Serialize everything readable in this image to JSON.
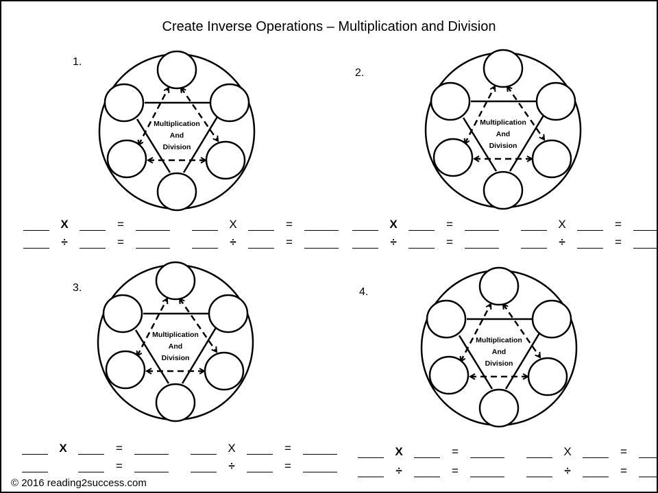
{
  "title": "Create Inverse Operations – Multiplication and Division",
  "center_label": [
    "Multiplication",
    "And",
    "Division"
  ],
  "problems": [
    {
      "number": "1.",
      "rows": [
        [
          {
            "t": "b"
          },
          {
            "t": "op",
            "text": "X",
            "bold": true
          },
          {
            "t": "b"
          },
          {
            "t": "op",
            "text": "="
          },
          {
            "t": "B"
          },
          {
            "t": "gap"
          },
          {
            "t": "b"
          },
          {
            "t": "op",
            "text": "X"
          },
          {
            "t": "b"
          },
          {
            "t": "op",
            "text": "="
          },
          {
            "t": "B"
          }
        ],
        [
          {
            "t": "b"
          },
          {
            "t": "op",
            "text": "÷",
            "bold": true
          },
          {
            "t": "b"
          },
          {
            "t": "op",
            "text": "="
          },
          {
            "t": "B"
          },
          {
            "t": "gap"
          },
          {
            "t": "b"
          },
          {
            "t": "op",
            "text": "÷",
            "bold": true
          },
          {
            "t": "b"
          },
          {
            "t": "op",
            "text": "="
          },
          {
            "t": "B"
          }
        ]
      ]
    },
    {
      "number": "2.",
      "rows": [
        [
          {
            "t": "b"
          },
          {
            "t": "op",
            "text": "X",
            "bold": true
          },
          {
            "t": "b"
          },
          {
            "t": "op",
            "text": "="
          },
          {
            "t": "B"
          },
          {
            "t": "gap"
          },
          {
            "t": "b"
          },
          {
            "t": "op",
            "text": "X"
          },
          {
            "t": "b"
          },
          {
            "t": "op",
            "text": "="
          },
          {
            "t": "B"
          }
        ],
        [
          {
            "t": "b"
          },
          {
            "t": "op",
            "text": "÷",
            "bold": true
          },
          {
            "t": "b"
          },
          {
            "t": "op",
            "text": "="
          },
          {
            "t": "B"
          },
          {
            "t": "gap"
          },
          {
            "t": "b"
          },
          {
            "t": "op",
            "text": "÷",
            "bold": true
          },
          {
            "t": "b"
          },
          {
            "t": "op",
            "text": "="
          },
          {
            "t": "B"
          }
        ]
      ]
    },
    {
      "number": "3.",
      "rows": [
        [
          {
            "t": "b"
          },
          {
            "t": "op",
            "text": "X",
            "bold": true
          },
          {
            "t": "b"
          },
          {
            "t": "op",
            "text": "="
          },
          {
            "t": "B"
          },
          {
            "t": "gap"
          },
          {
            "t": "b"
          },
          {
            "t": "op",
            "text": "X"
          },
          {
            "t": "b"
          },
          {
            "t": "op",
            "text": "="
          },
          {
            "t": "B"
          }
        ],
        [
          {
            "t": "b"
          },
          {
            "t": "op",
            "text": ""
          },
          {
            "t": "b"
          },
          {
            "t": "op",
            "text": "="
          },
          {
            "t": "B"
          },
          {
            "t": "gap"
          },
          {
            "t": "b"
          },
          {
            "t": "op",
            "text": "÷",
            "bold": true
          },
          {
            "t": "b"
          },
          {
            "t": "op",
            "text": "="
          },
          {
            "t": "B"
          }
        ]
      ]
    },
    {
      "number": "4.",
      "rows": [
        [
          {
            "t": "b"
          },
          {
            "t": "op",
            "text": "X",
            "bold": true
          },
          {
            "t": "b"
          },
          {
            "t": "op",
            "text": "="
          },
          {
            "t": "B"
          },
          {
            "t": "gap"
          },
          {
            "t": "b"
          },
          {
            "t": "op",
            "text": "X"
          },
          {
            "t": "b"
          },
          {
            "t": "op",
            "text": "="
          },
          {
            "t": "B"
          }
        ],
        [
          {
            "t": "b"
          },
          {
            "t": "op",
            "text": "÷",
            "bold": true
          },
          {
            "t": "b"
          },
          {
            "t": "op",
            "text": "="
          },
          {
            "t": "B"
          },
          {
            "t": "gap"
          },
          {
            "t": "b"
          },
          {
            "t": "op",
            "text": "÷",
            "bold": true
          },
          {
            "t": "b"
          },
          {
            "t": "op",
            "text": "="
          },
          {
            "t": "B"
          }
        ]
      ]
    }
  ],
  "footer": "© 2016 reading2success.com"
}
